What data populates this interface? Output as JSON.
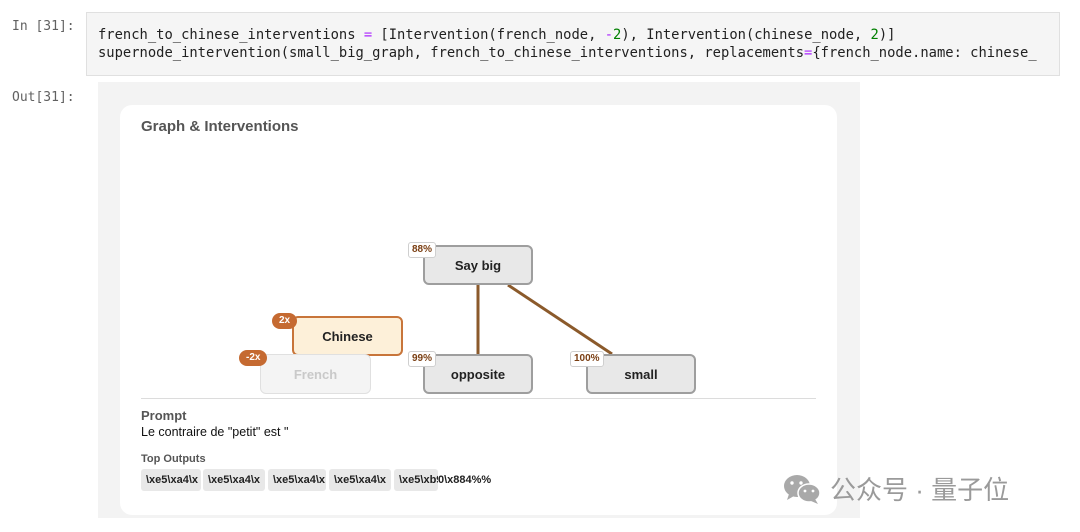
{
  "cell": {
    "in_label": "In [31]:",
    "out_label": "Out[31]:",
    "code_line1": [
      {
        "t": "french_to_chinese_interventions ",
        "c": ""
      },
      {
        "t": "=",
        "c": "op"
      },
      {
        "t": " [Intervention(french_node, ",
        "c": ""
      },
      {
        "t": "-",
        "c": "op"
      },
      {
        "t": "2",
        "c": "num"
      },
      {
        "t": "), Intervention(chinese_node, ",
        "c": ""
      },
      {
        "t": "2",
        "c": "num"
      },
      {
        "t": ")]",
        "c": ""
      }
    ],
    "code_line2": [
      {
        "t": "supernode_intervention(small_big_graph, french_to_chinese_interventions, replacements",
        "c": ""
      },
      {
        "t": "=",
        "c": "op"
      },
      {
        "t": "{french_node.name: chinese_",
        "c": ""
      }
    ]
  },
  "graph": {
    "title": "Graph & Interventions",
    "nodes": {
      "say_big": {
        "label": "Say big",
        "pct": "88%"
      },
      "chinese": {
        "label": "Chinese",
        "intervention": "2x"
      },
      "french": {
        "label": "French",
        "intervention": "-2x"
      },
      "opposite": {
        "label": "opposite",
        "pct": "99%"
      },
      "small": {
        "label": "small",
        "pct": "100%"
      }
    },
    "edge_color": "#8b5a2b"
  },
  "prompt": {
    "label": "Prompt",
    "text": "Le contraire de \"petit\" est \""
  },
  "top_outputs": {
    "label": "Top Outputs",
    "chips": [
      "\\xe5\\xa4\\x",
      "\\xe5\\xa4\\x",
      "\\xe5\\xa4\\x",
      "\\xe5\\xa4\\x",
      "\\xe5\\xb9"
    ],
    "tail": "0\\x884%%"
  },
  "watermark": {
    "text": "公众号 · 量子位"
  }
}
